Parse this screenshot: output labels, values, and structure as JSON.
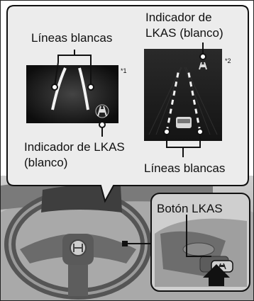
{
  "callout": {
    "white_lines_label_1": "Líneas blancas",
    "lkas_indicator_label_1_line1": "Indicador de LKAS",
    "lkas_indicator_label_1_line2": "(blanco)",
    "lkas_indicator_label_2_line1": "Indicador de",
    "lkas_indicator_label_2_line2": "LKAS (blanco)",
    "white_lines_label_2": "Líneas blancas",
    "note_1": "*1",
    "note_2": "*2"
  },
  "dashboard": {
    "button_label": "Botón LKAS"
  },
  "colors": {
    "panel_background": "#ececec",
    "display_dark": "#0d0d0d",
    "lane_line": "#f2f2f2",
    "outline": "#111111"
  },
  "icons": [
    "lkas-indicator-icon",
    "lkas-button-icon",
    "steering-wheel-icon",
    "pointing-arrow-icon"
  ]
}
